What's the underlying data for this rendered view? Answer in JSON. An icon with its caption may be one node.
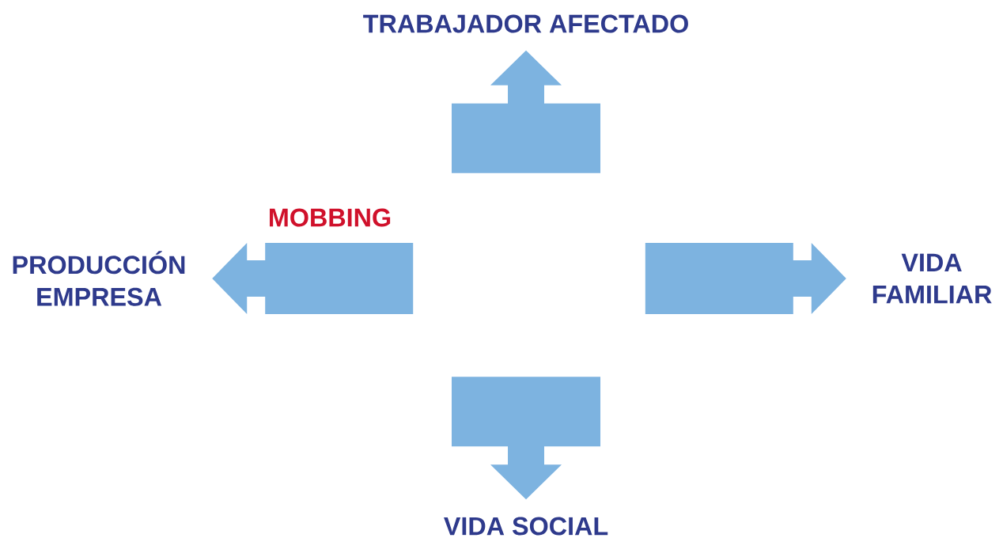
{
  "diagram": {
    "nodes": [
      {
        "text": [
          "TRABAJADOR AFECTADO"
        ]
      },
      {
        "text": [
          "PRODUCCIÓN EMPRESA"
        ]
      },
      {
        "text": [
          "VIDA FAMILIAR"
        ]
      },
      {
        "text": [
          "VIDA SOCIAL"
        ]
      }
    ],
    "edges": [
      {
        "from": null,
        "to": 0,
        "arrow": "to"
      },
      {
        "from": null,
        "to": 1,
        "arrow": "to"
      },
      {
        "from": null,
        "to": 2,
        "arrow": "to"
      },
      {
        "from": null,
        "to": 3,
        "arrow": "to"
      }
    ],
    "labels": [
      "MOBBING"
    ]
  }
}
